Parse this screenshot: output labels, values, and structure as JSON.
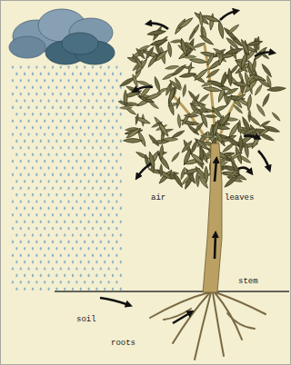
{
  "diagram": {
    "labels": [
      "air",
      "leaves",
      "stem",
      "soil",
      "roots"
    ]
  }
}
